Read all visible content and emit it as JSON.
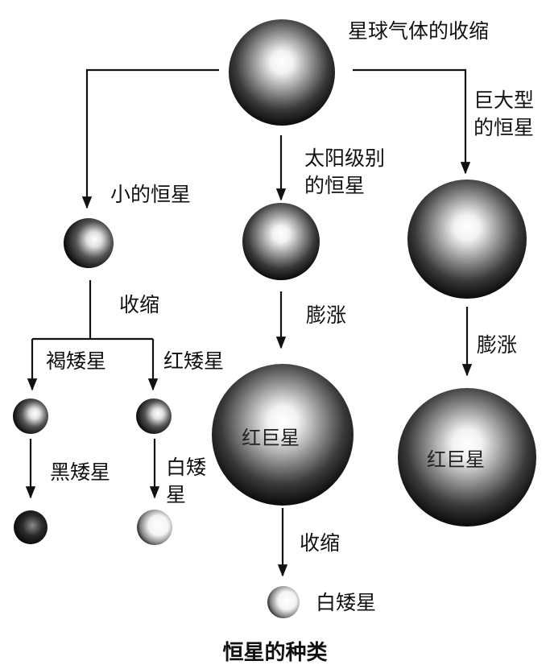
{
  "labels": {
    "top": "星球气体的收缩",
    "small_branch": "小的恒星",
    "solar_branch": "太阳级别的恒星",
    "giant_branch": "巨大型的恒星",
    "shrink_left": "收缩",
    "brown_dwarf": "褐矮星",
    "red_dwarf": "红矮星",
    "black_dwarf": "黑矮星",
    "white_dwarf_left": "白矮星",
    "expand_mid": "膨涨",
    "expand_right": "膨涨",
    "red_giant_mid": "红巨星",
    "red_giant_right": "红巨星",
    "shrink_mid": "收缩",
    "white_dwarf_bottom": "白矮星"
  },
  "caption": "恒星的种类"
}
